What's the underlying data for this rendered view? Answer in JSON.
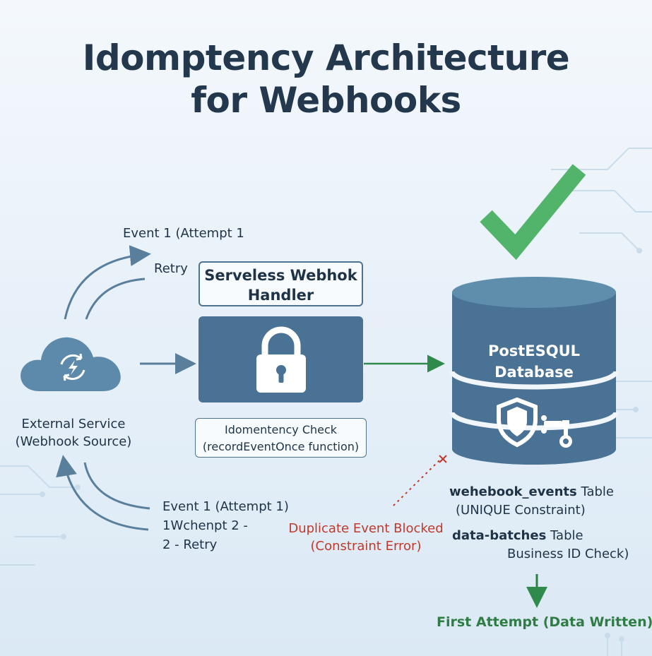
{
  "title": {
    "line1": "Idomptency Architecture",
    "line2": "for Webhooks"
  },
  "source": {
    "line1": "External Service",
    "line2": "(Webhook Source)"
  },
  "top_flow": {
    "attempt_label": "Event 1 (Attempt 1",
    "retry_label": "Retry"
  },
  "bottom_flow": {
    "line1": "Event 1 (Attempt 1)",
    "line2": "1Wchenpt 2 -",
    "line3": "2 - Retry"
  },
  "handler": {
    "line1": "Serveless Webhok",
    "line2": "Handler"
  },
  "check": {
    "line1": "Idomentency Check",
    "line2": "(recordEventOnce function)"
  },
  "database": {
    "line1": "PostESQUL",
    "line2": "Database"
  },
  "tables": {
    "events_name": "wehebook_events",
    "events_suffix": " Table",
    "events_note": "(UNIQUE Constraint)",
    "batches_name": "data-batches",
    "batches_suffix": " Table",
    "batches_note": "Business ID Check)"
  },
  "duplicate": {
    "line1": "Duplicate Event Blocked",
    "line2": "(Constraint Error)"
  },
  "first_attempt": "First Attempt (Data Written)",
  "colors": {
    "primary": "#4a7294",
    "dark_text": "#23384d",
    "success": "#2f7d45",
    "checkmark": "#52b36a",
    "error": "#c0392b"
  }
}
